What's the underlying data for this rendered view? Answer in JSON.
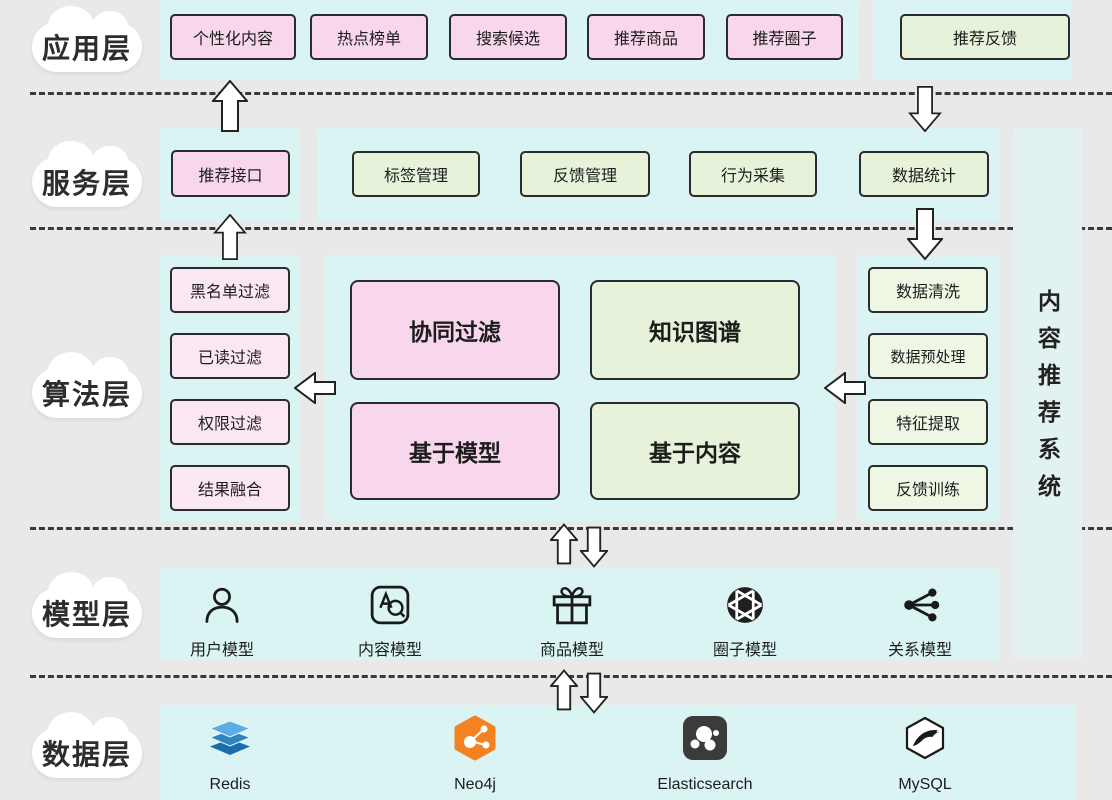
{
  "system_title": "内容推荐系统",
  "layer_labels": {
    "app": "应用层",
    "service": "服务层",
    "algorithm": "算法层",
    "model": "模型层",
    "data": "数据层"
  },
  "app": {
    "items": [
      "个性化内容",
      "热点榜单",
      "搜索候选",
      "推荐商品",
      "推荐圈子"
    ],
    "feedback": "推荐反馈"
  },
  "service": {
    "api": "推荐接口",
    "items": [
      "标签管理",
      "反馈管理",
      "行为采集",
      "数据统计"
    ]
  },
  "algorithm": {
    "filters": [
      "黑名单过滤",
      "已读过滤",
      "权限过滤",
      "结果融合"
    ],
    "core": [
      "协同过滤",
      "知识图谱",
      "基于模型",
      "基于内容"
    ],
    "pipeline": [
      "数据清洗",
      "数据预处理",
      "特征提取",
      "反馈训练"
    ]
  },
  "model": {
    "items": [
      {
        "label": "用户模型",
        "icon": "user-icon"
      },
      {
        "label": "内容模型",
        "icon": "translate-icon"
      },
      {
        "label": "商品模型",
        "icon": "gift-icon"
      },
      {
        "label": "圈子模型",
        "icon": "aperture-icon"
      },
      {
        "label": "关系模型",
        "icon": "graph-icon"
      }
    ]
  },
  "data_layer": {
    "items": [
      {
        "label": "Redis",
        "icon": "redis-icon"
      },
      {
        "label": "Neo4j",
        "icon": "neo4j-icon"
      },
      {
        "label": "Elasticsearch",
        "icon": "elasticsearch-icon"
      },
      {
        "label": "MySQL",
        "icon": "mysql-icon"
      }
    ]
  },
  "colors": {
    "panel_cyan": "#d9f4f3",
    "box_pink": "#f8d7ec",
    "box_green": "#e6f2d9",
    "neo4j_orange": "#f58220",
    "redis_blue": "#2e86c1",
    "elasticsearch_dark": "#3b3b3b",
    "background": "#e9e9e9"
  }
}
